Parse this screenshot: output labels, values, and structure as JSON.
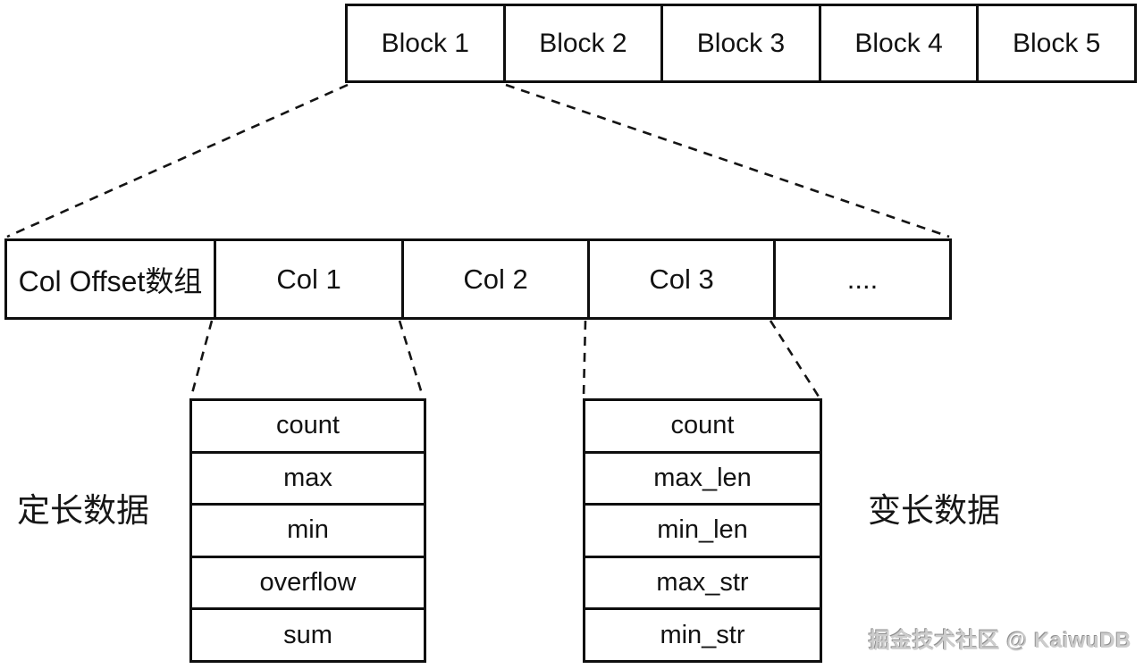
{
  "diagram": {
    "block_row": {
      "cells": [
        "Block 1",
        "Block 2",
        "Block 3",
        "Block 4",
        "Block 5"
      ]
    },
    "col_row": {
      "cells": [
        "Col Offset数组",
        "Col 1",
        "Col 2",
        "Col 3",
        "...."
      ]
    },
    "fixed_table": {
      "rows": [
        "count",
        "max",
        "min",
        "overflow",
        "sum"
      ]
    },
    "var_table": {
      "rows": [
        "count",
        "max_len",
        "min_len",
        "max_str",
        "min_str"
      ]
    },
    "left_label": "定长数据",
    "right_label": "变长数据",
    "watermark": "掘金技术社区 @ KaiwuDB"
  },
  "colors": {
    "line": "#0e0e0e",
    "background": "#ffffff",
    "watermark_gray": "#cccccc"
  }
}
